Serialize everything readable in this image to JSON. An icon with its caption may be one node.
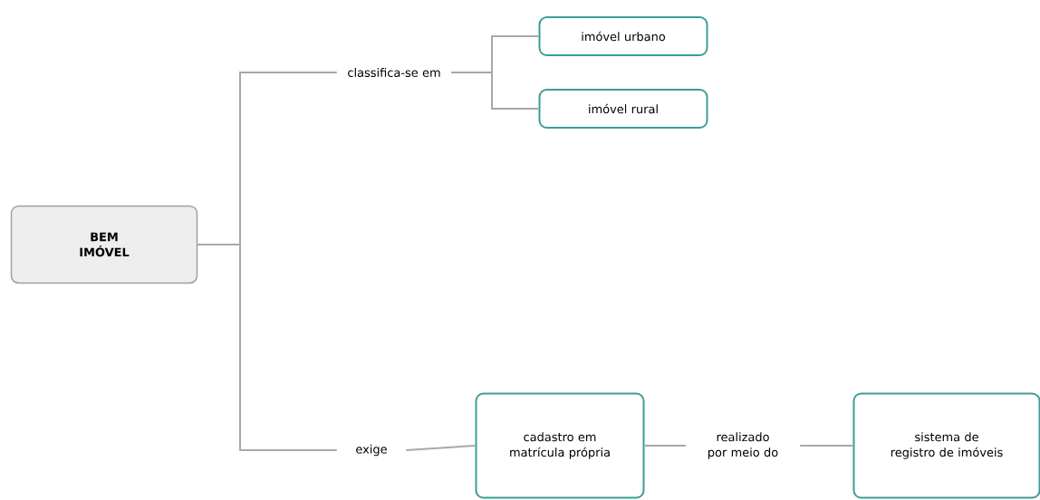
{
  "diagram": {
    "nodes": [
      {
        "text": [
          "BEM IMÓVEL"
        ]
      },
      {
        "text": [
          "classifica-se em"
        ]
      },
      {
        "text": [
          "imóvel urbano"
        ]
      },
      {
        "text": [
          "imóvel rural"
        ]
      },
      {
        "text": [
          "exige"
        ]
      },
      {
        "text": [
          "cadastro em matrícula própria"
        ]
      },
      {
        "text": [
          "realizado por meio do"
        ]
      },
      {
        "text": [
          "sistema de registro de imóveis"
        ]
      }
    ],
    "edges": [
      {
        "from": 0,
        "to": 1,
        "arrow": "none"
      },
      {
        "from": 0,
        "to": 4,
        "arrow": "none"
      },
      {
        "from": 1,
        "to": 2,
        "arrow": "none"
      },
      {
        "from": 1,
        "to": 3,
        "arrow": "none"
      },
      {
        "from": 4,
        "to": 5,
        "arrow": "none"
      },
      {
        "from": 5,
        "to": 6,
        "arrow": "none"
      },
      {
        "from": 6,
        "to": 7,
        "arrow": "none"
      }
    ]
  }
}
